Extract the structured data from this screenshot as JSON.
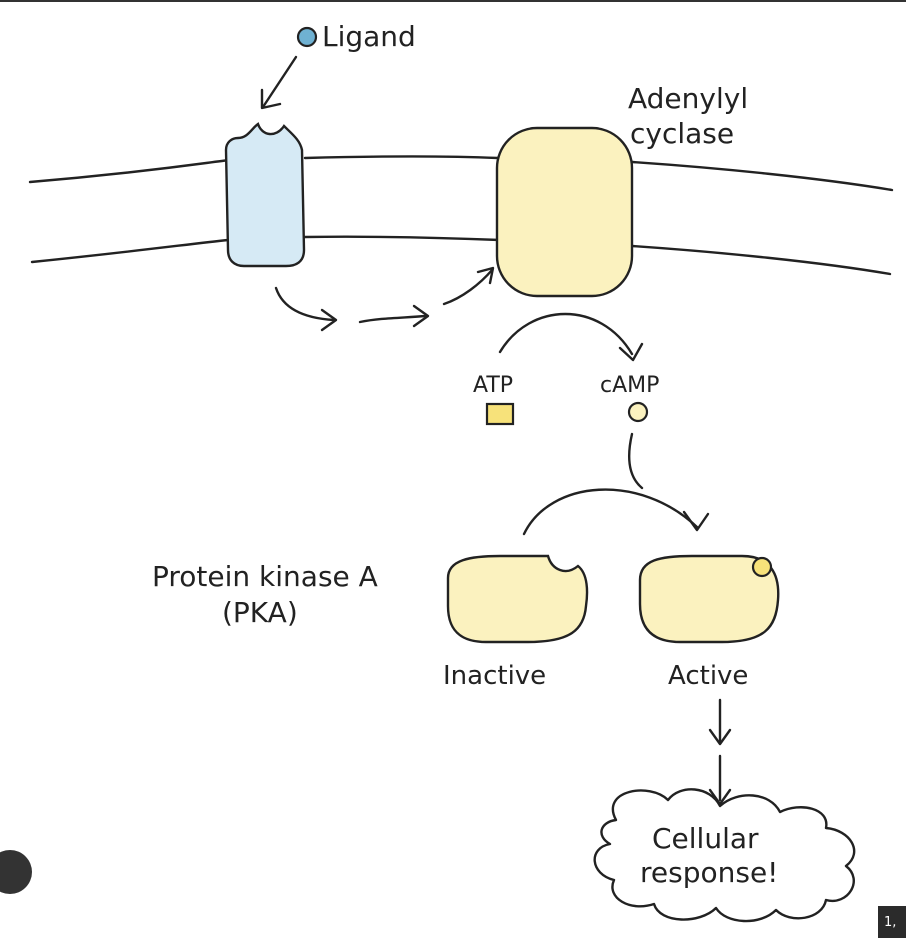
{
  "labels": {
    "ligand": "Ligand",
    "adenylyl_line1": "Adenylyl",
    "adenylyl_line2": "cyclase",
    "atp": "ATP",
    "camp": "cAMP",
    "pka_line1": "Protein kinase A",
    "pka_line2": "(PKA)",
    "inactive": "Inactive",
    "active": "Active",
    "response_line1": "Cellular",
    "response_line2": "response!"
  },
  "corner_badge": "1,",
  "colors": {
    "ligand": "#6fb1d2",
    "receptor": "#d6eaf5",
    "yellow": "#fbf2bf",
    "camp_dot": "#f7e27a",
    "ink": "#222222",
    "background": "#ffffff"
  }
}
